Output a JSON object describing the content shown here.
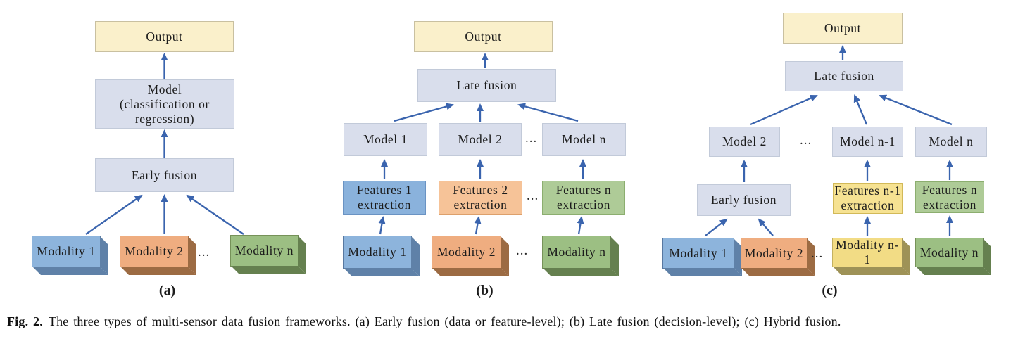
{
  "caption": {
    "label": "Fig. 2.",
    "text": "The three types of multi-sensor data fusion frameworks. (a) Early fusion (data or feature-level); (b) Late fusion (decision-level); (c) Hybrid fusion."
  },
  "ellipsis": "...",
  "colors": {
    "arrow": "#3A64AE",
    "output_fill": "#FAF0CB",
    "model_fill": "#D9DEEC",
    "blue_fill": "#8DB4DC",
    "orange_fill": "#EFAD80",
    "green_fill": "#9CBF83",
    "yellow_fill": "#F2DC85"
  },
  "panels": [
    {
      "id": "a",
      "label": "(a)",
      "output_label": "Output",
      "model_lines": [
        "Model",
        "(classification or",
        "regression)"
      ],
      "fusion_label": "Early fusion",
      "modalities": [
        "Modality 1",
        "Modality 2",
        "Modality n"
      ]
    },
    {
      "id": "b",
      "label": "(b)",
      "output_label": "Output",
      "fusion_label": "Late fusion",
      "models": [
        "Model 1",
        "Model 2",
        "Model n"
      ],
      "features": [
        [
          "Features 1",
          "extraction"
        ],
        [
          "Features 2",
          "extraction"
        ],
        [
          "Features n",
          "extraction"
        ]
      ],
      "modalities": [
        "Modality 1",
        "Modality 2",
        "Modality n"
      ]
    },
    {
      "id": "c",
      "label": "(c)",
      "output_label": "Output",
      "late_fusion_label": "Late fusion",
      "early_fusion_label": "Early fusion",
      "models": [
        "Model 2",
        "Model n-1",
        "Model n"
      ],
      "features": [
        [
          "Features n-1",
          "extraction"
        ],
        [
          "Features n",
          "extraction"
        ]
      ],
      "modalities": [
        "Modality 1",
        "Modality 2",
        "Modality n-1",
        "Modality n"
      ]
    }
  ]
}
